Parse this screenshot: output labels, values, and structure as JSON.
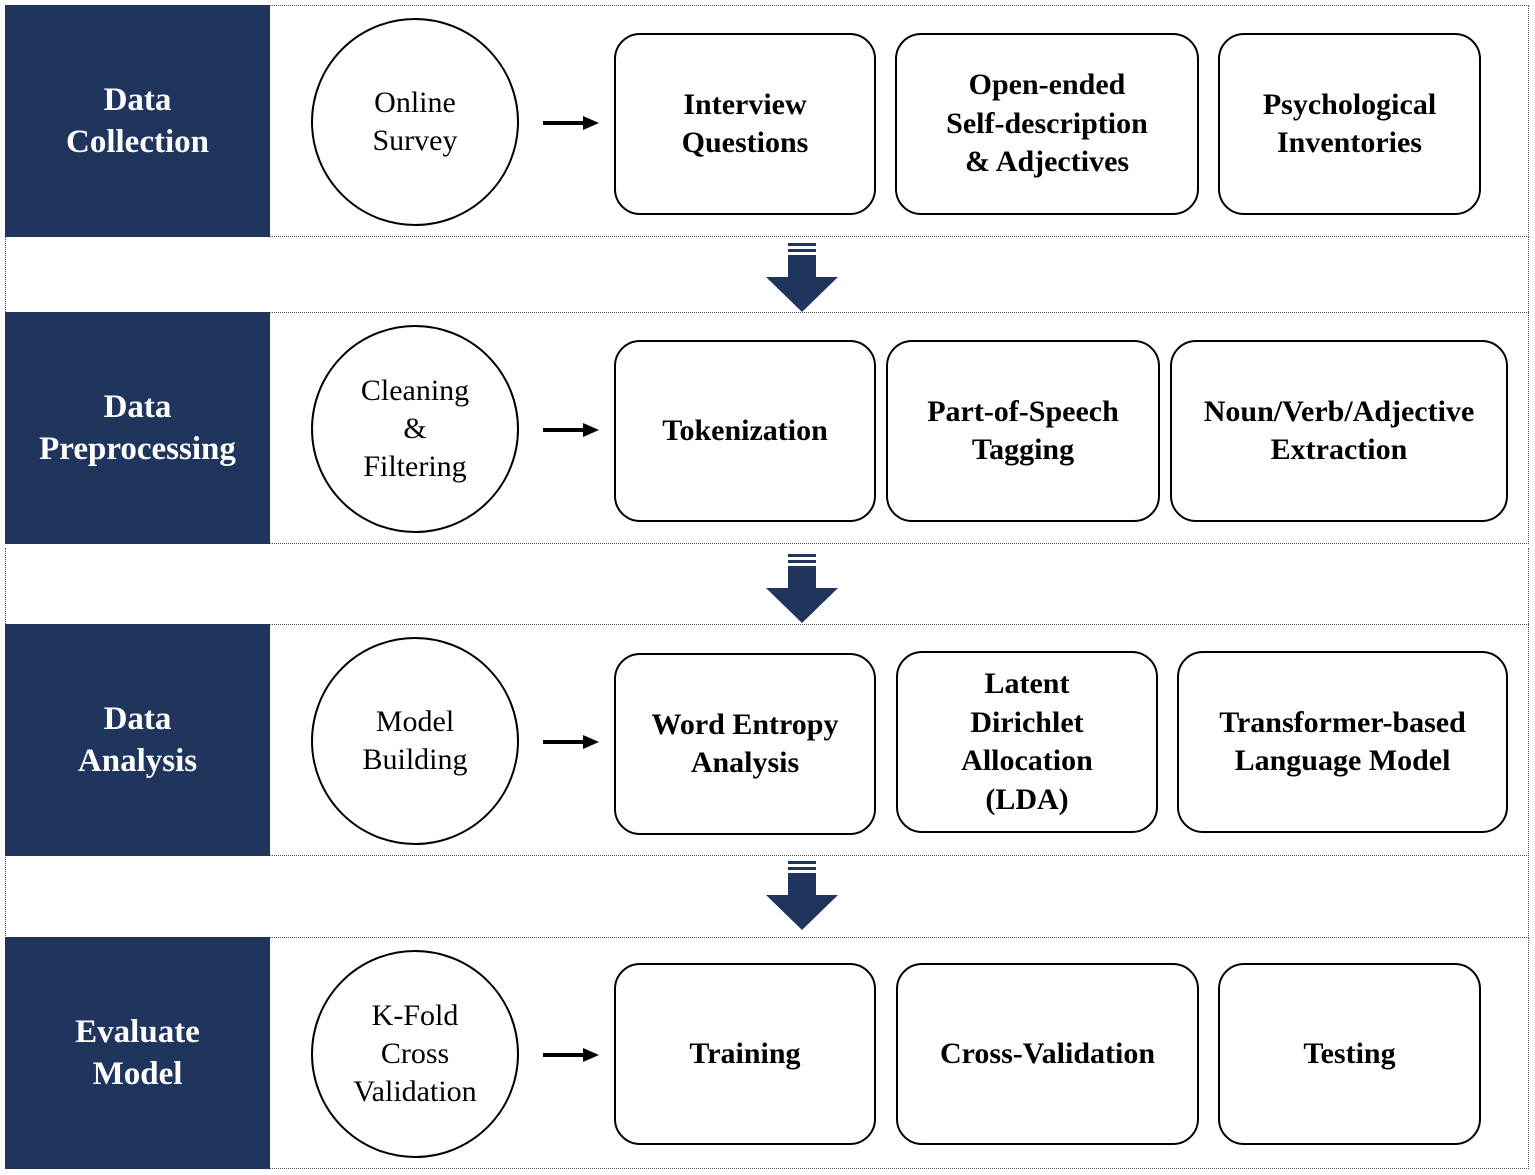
{
  "colors": {
    "stage_label_bg": "#1f355e",
    "stage_label_text": "#ffffff",
    "arrow": "#1f355e"
  },
  "stages": [
    {
      "label": "Data\nCollection",
      "method": "Online\nSurvey",
      "steps": [
        "Interview\nQuestions",
        "Open-ended\nSelf-description\n& Adjectives",
        "Psychological\nInventories"
      ]
    },
    {
      "label": "Data\nPreprocessing",
      "method": "Cleaning\n&\nFiltering",
      "steps": [
        "Tokenization",
        "Part-of-Speech\nTagging",
        "Noun/Verb/Adjective\nExtraction"
      ]
    },
    {
      "label": "Data\nAnalysis",
      "method": "Model\nBuilding",
      "steps": [
        "Word Entropy\nAnalysis",
        "Latent\nDirichlet\nAllocation\n(LDA)",
        "Transformer-based\nLanguage Model"
      ]
    },
    {
      "label": "Evaluate\nModel",
      "method": "K-Fold\nCross\nValidation",
      "steps": [
        "Training",
        "Cross-Validation",
        "Testing"
      ]
    }
  ]
}
